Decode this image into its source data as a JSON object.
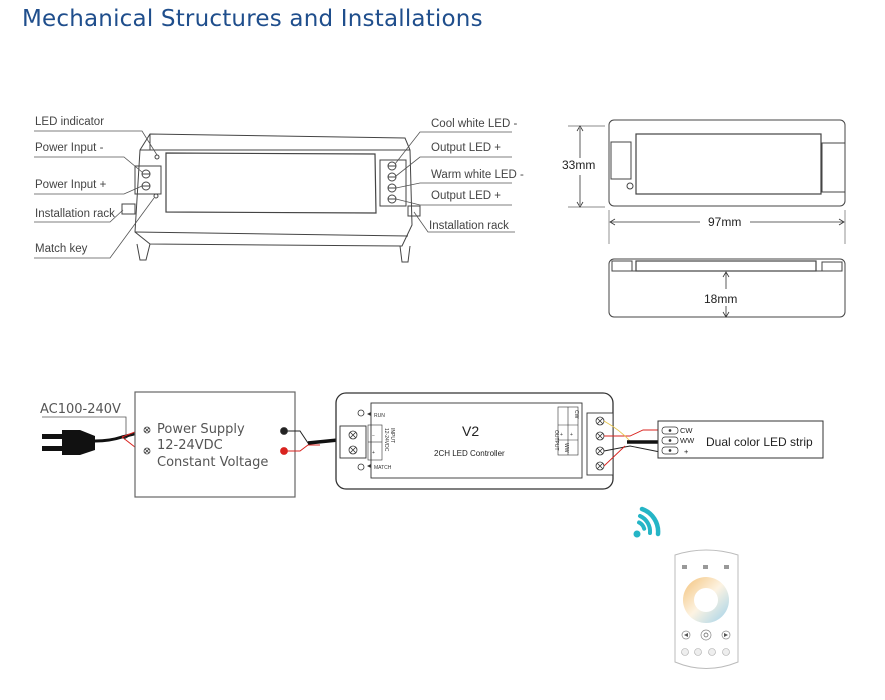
{
  "title": "Mechanical Structures and Installations",
  "product_labels": {
    "led_indicator": "LED indicator",
    "power_input_minus": "Power Input -",
    "power_input_plus": "Power Input +",
    "installation_rack_left": "Installation rack",
    "match_key": "Match key",
    "cool_white_minus": "Cool white LED -",
    "output_led_plus_1": "Output LED +",
    "warm_white_minus": "Warm white LED -",
    "output_led_plus_2": "Output LED +",
    "installation_rack_right": "Installation rack"
  },
  "dimensions": {
    "height": "33mm",
    "length": "97mm",
    "depth": "18mm"
  },
  "wiring": {
    "ac_input": "AC100-240V",
    "power_supply_line1": "Power Supply",
    "power_supply_line2": "12-24VDC",
    "power_supply_line3": "Constant Voltage",
    "controller_model": "V2",
    "controller_name": "2CH LED Controller",
    "run_label": "RUN",
    "match_label": "MATCH",
    "input_label": "INPUT",
    "input_voltage": "12-24VDC",
    "output_label": "OUTPUT",
    "cw_label": "CW",
    "ww_label": "WW",
    "plus_label": "+",
    "strip_label": "Dual color LED strip",
    "strip_cw": "CW",
    "strip_ww": "WW",
    "strip_plus": "+"
  },
  "colors": {
    "title": "#1f4e8c",
    "wifi": "#25b5c6",
    "wire_red": "#d9231f",
    "wire_black": "#222222",
    "line": "#555555"
  },
  "icons": {
    "wireless": "wifi-signal-icon",
    "remote": "remote-control-icon",
    "plug": "power-plug-icon"
  }
}
